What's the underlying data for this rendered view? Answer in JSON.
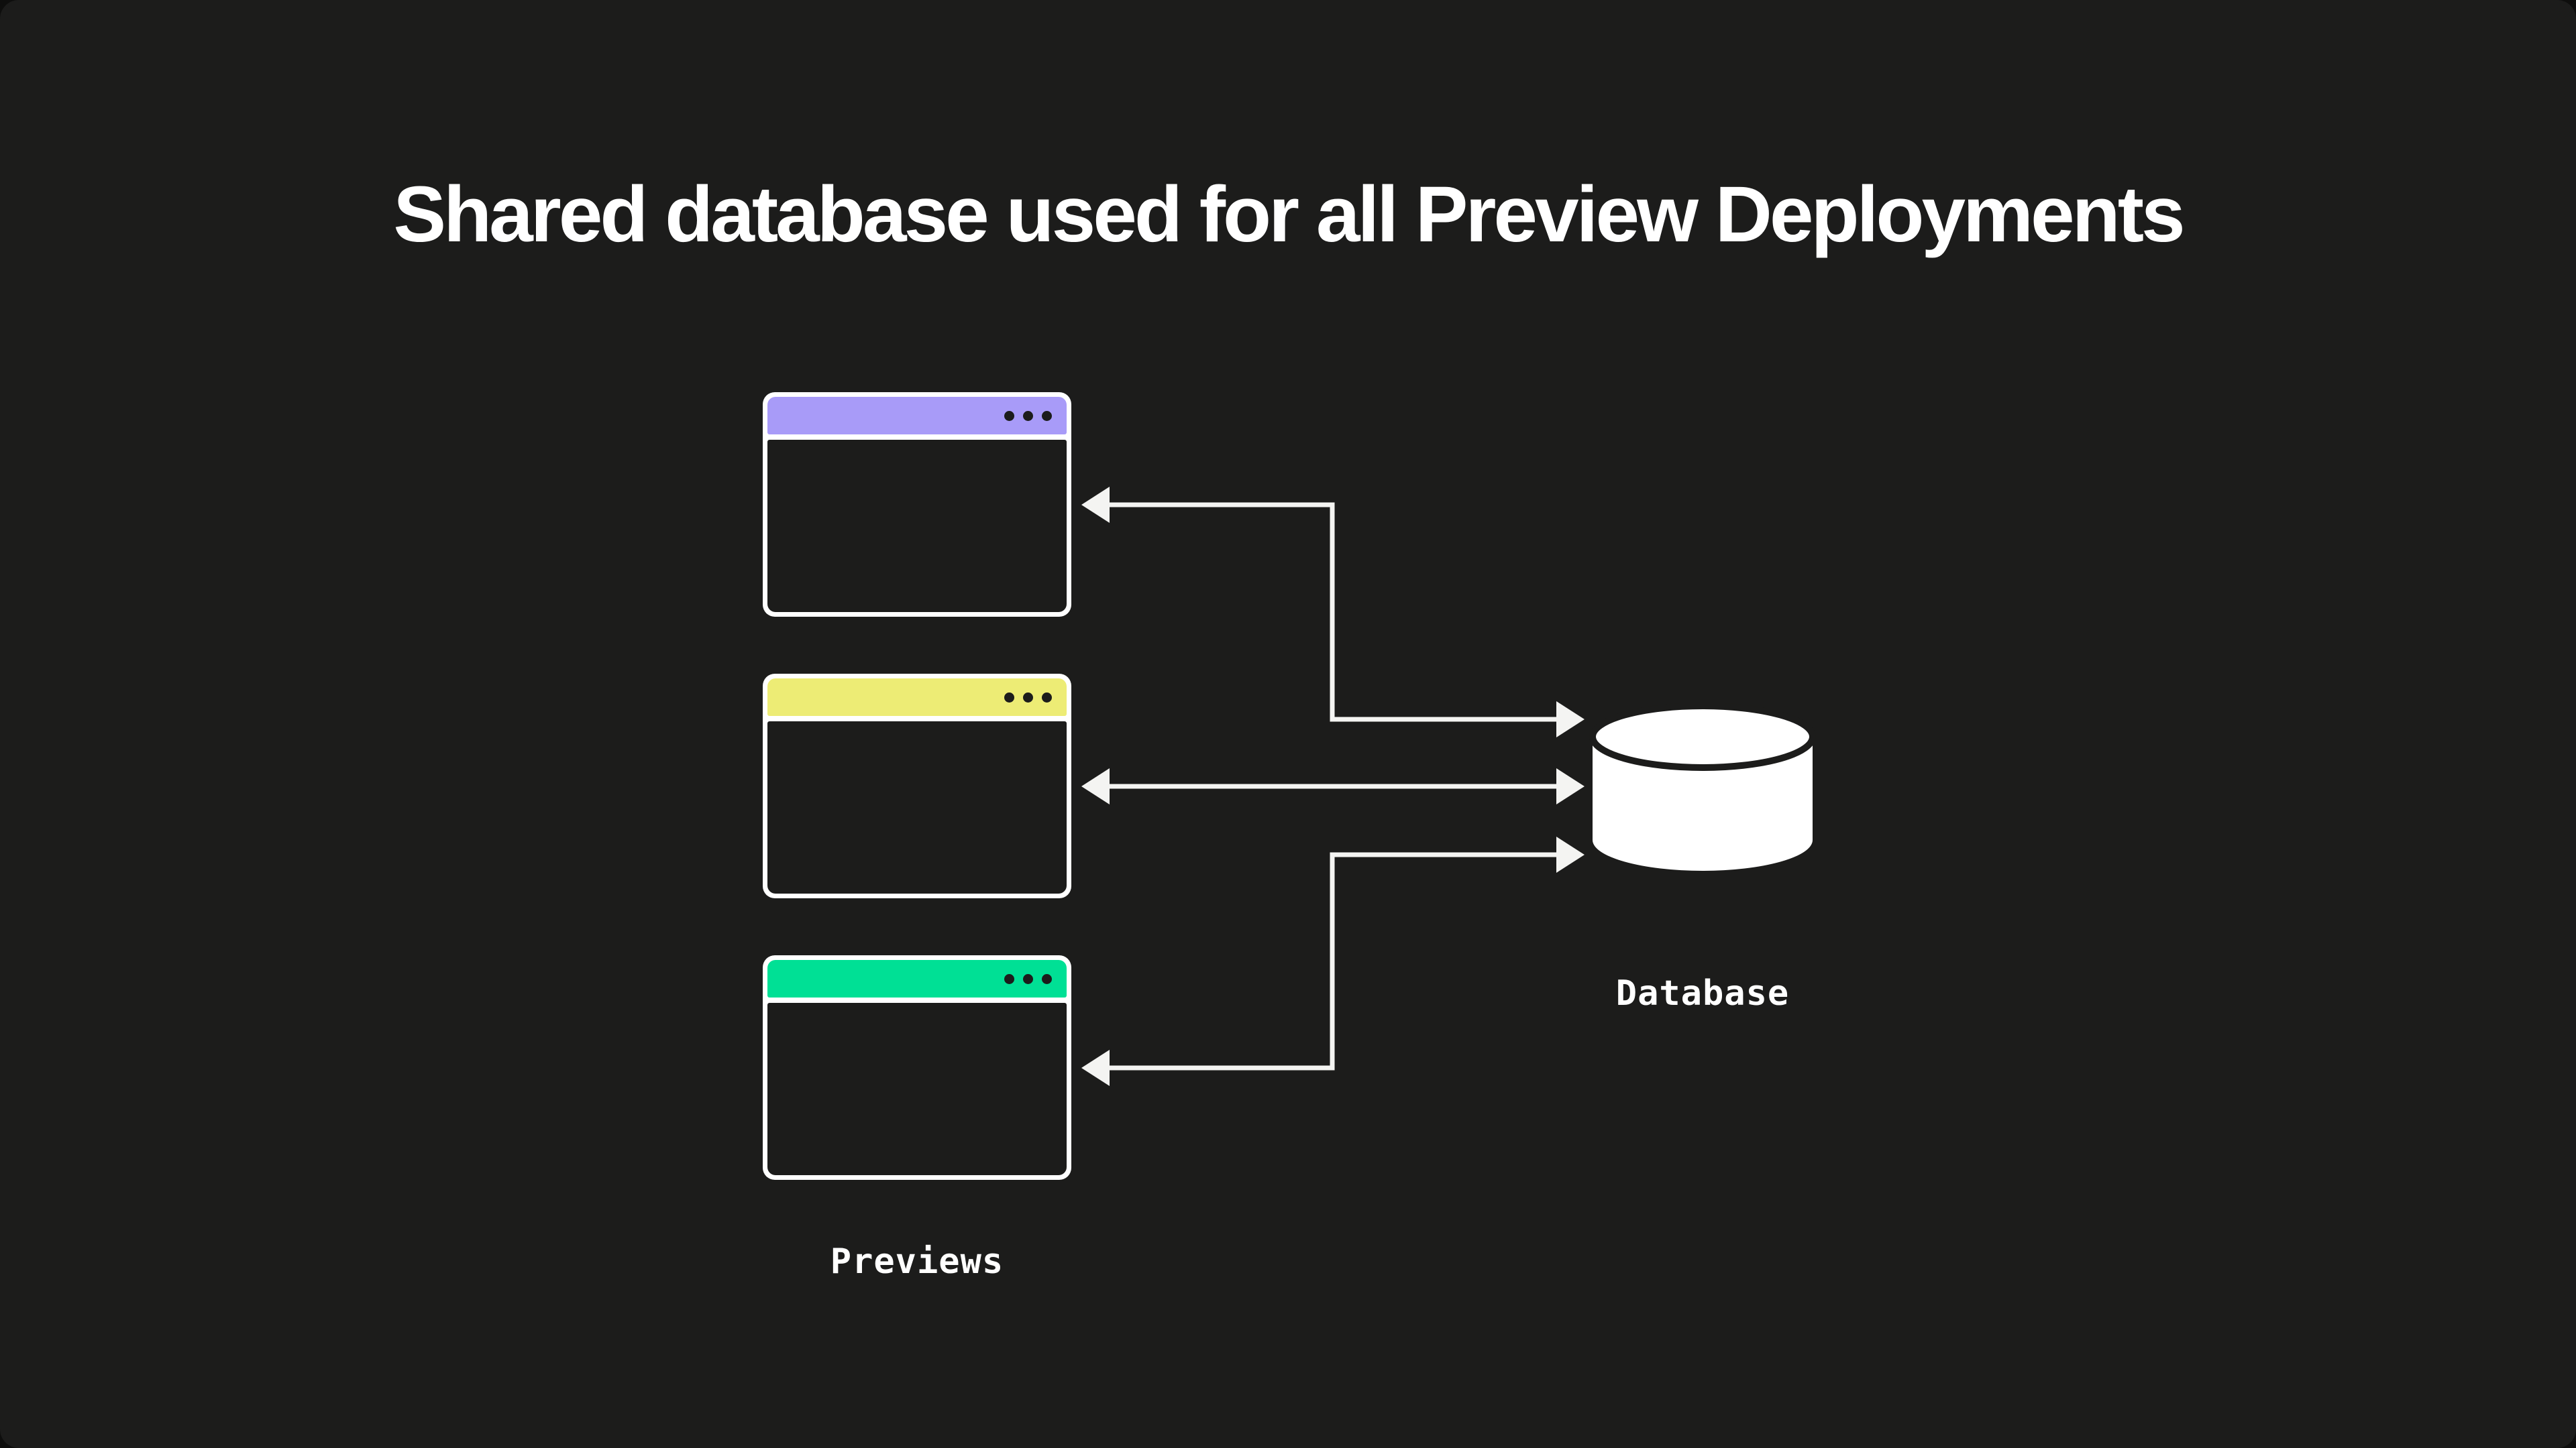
{
  "title": "Shared database used for all Preview Deployments",
  "previews_label": "Previews",
  "database_label": "Database",
  "windows": [
    {
      "name": "preview-window-1",
      "titlebar_color": "#a89bf8"
    },
    {
      "name": "preview-window-2",
      "titlebar_color": "#edec75"
    },
    {
      "name": "preview-window-3",
      "titlebar_color": "#00e095"
    }
  ],
  "database": {
    "name": "database",
    "icon": "database-cylinder-icon"
  },
  "connections": [
    {
      "from": "preview-window-1",
      "to": "database",
      "style": "elbow",
      "bidirectional": true
    },
    {
      "from": "preview-window-2",
      "to": "database",
      "style": "straight",
      "bidirectional": true
    },
    {
      "from": "preview-window-3",
      "to": "database",
      "style": "elbow",
      "bidirectional": true
    }
  ],
  "colors": {
    "background": "#1c1c1b",
    "window_frame": "#ffffff",
    "window_body": "#1c1c1b",
    "titlebar_dots": "#1c1c1b",
    "titlebar_purple": "#a89bf8",
    "titlebar_yellow": "#edec75",
    "titlebar_green": "#00e095",
    "arrow": "#f4f4f2",
    "database_fill": "#ffffff",
    "text": "#ffffff"
  }
}
